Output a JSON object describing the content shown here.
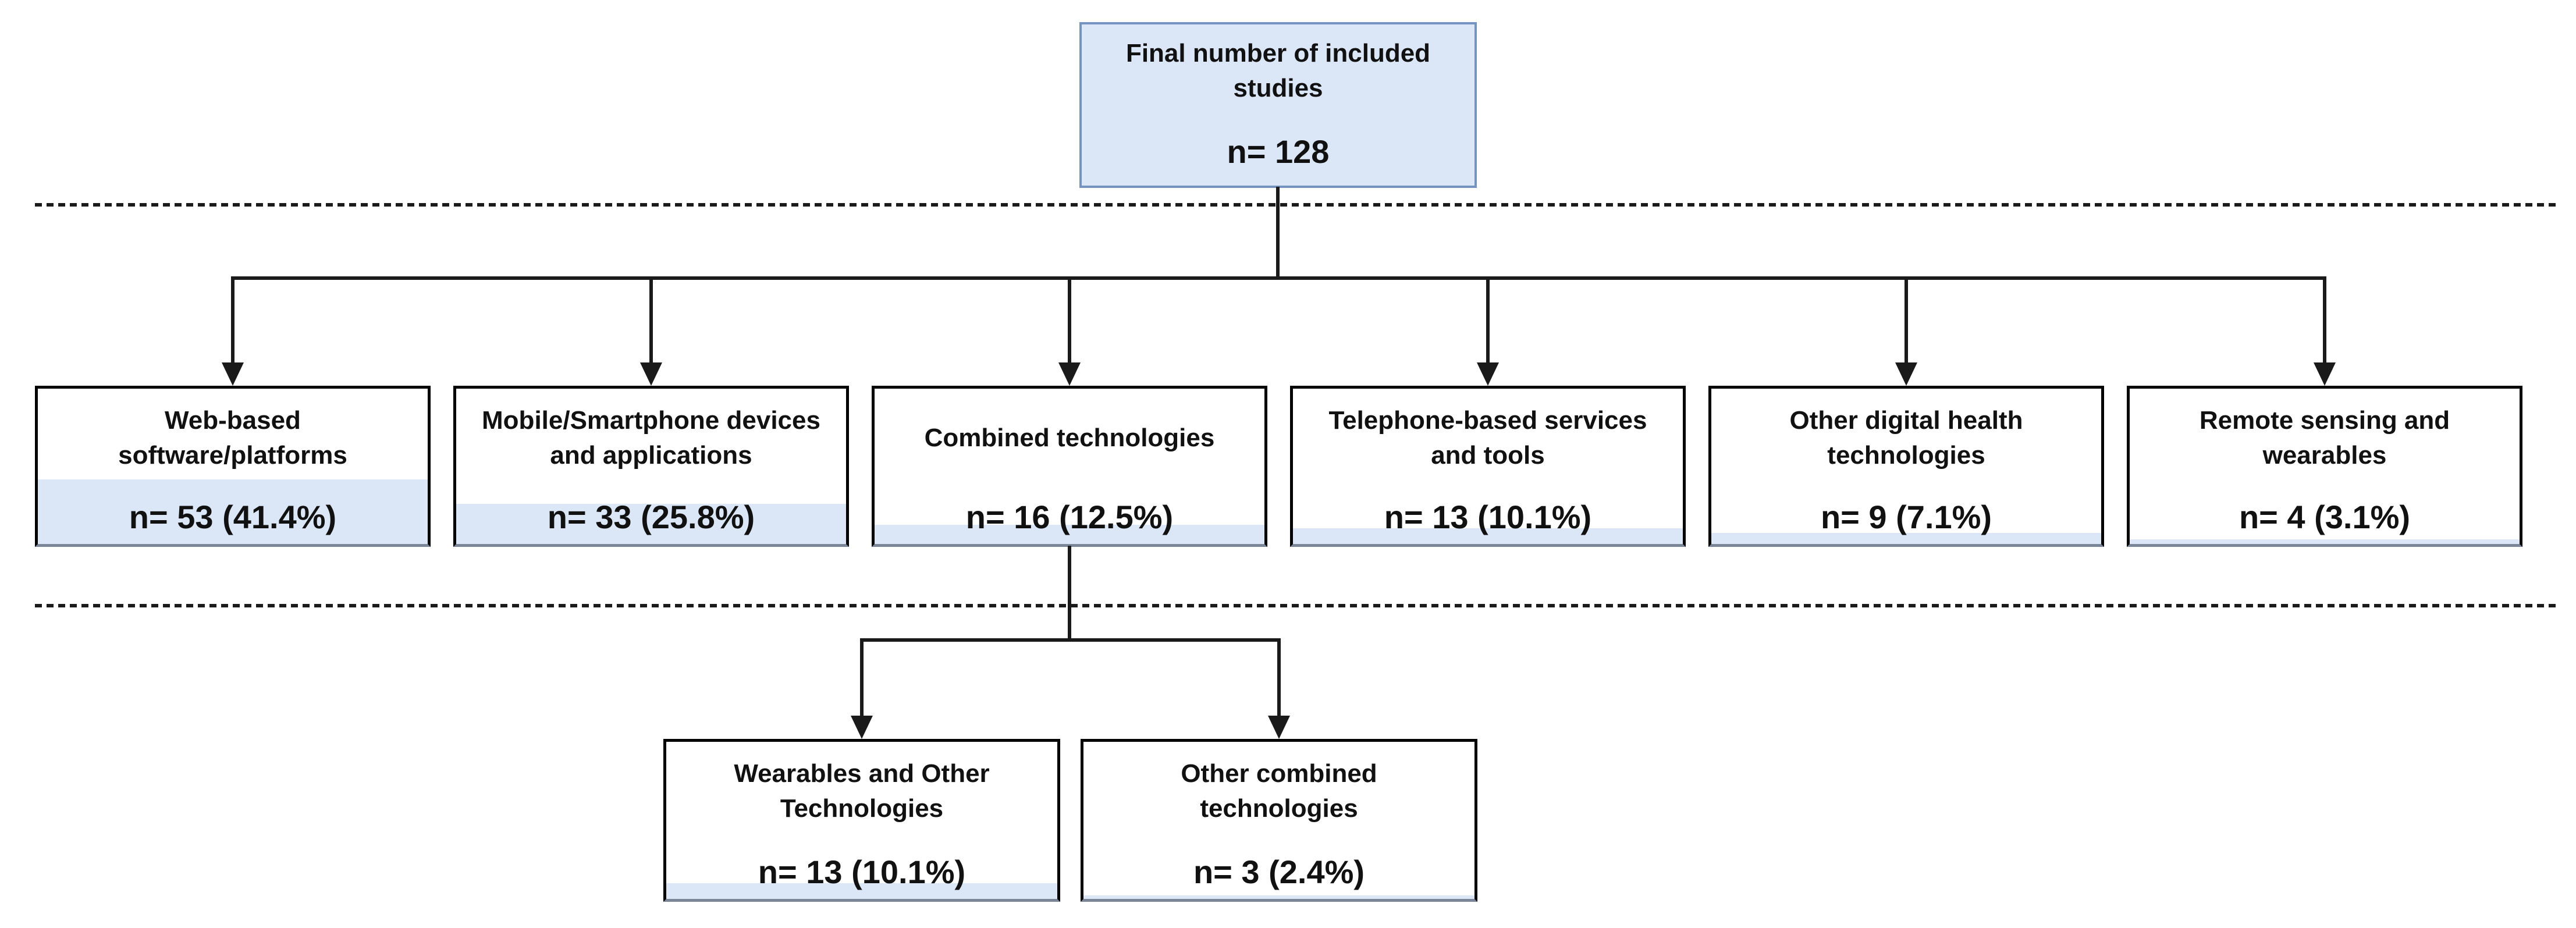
{
  "colors": {
    "accent_fill": "#dbe7f7",
    "root_border": "#7593c1",
    "box_border": "#000000",
    "line": "#1a1a1a"
  },
  "root": {
    "label": "Final number of included\nstudies",
    "count_label": "n= 128",
    "n": 128
  },
  "level1": [
    {
      "label": "Web-based\nsoftware/platforms",
      "count_label": "n= 53 (41.4%)",
      "n": 53,
      "percent": 41.4
    },
    {
      "label": "Mobile/Smartphone devices\nand applications",
      "count_label": "n= 33 (25.8%)",
      "n": 33,
      "percent": 25.8
    },
    {
      "label": "Combined technologies",
      "count_label": "n= 16 (12.5%)",
      "n": 16,
      "percent": 12.5
    },
    {
      "label": "Telephone-based services\nand tools",
      "count_label": "n= 13 (10.1%)",
      "n": 13,
      "percent": 10.1
    },
    {
      "label": "Other digital health\ntechnologies",
      "count_label": "n= 9 (7.1%)",
      "n": 9,
      "percent": 7.1
    },
    {
      "label": "Remote sensing and\nwearables",
      "count_label": "n= 4 (3.1%)",
      "n": 4,
      "percent": 3.1
    }
  ],
  "level2": [
    {
      "label": "Wearables and Other\nTechnologies",
      "count_label": "n= 13 (10.1%)",
      "n": 13,
      "percent": 10.1
    },
    {
      "label": "Other combined\ntechnologies",
      "count_label": "n= 3 (2.4%)",
      "n": 3,
      "percent": 2.4
    }
  ]
}
